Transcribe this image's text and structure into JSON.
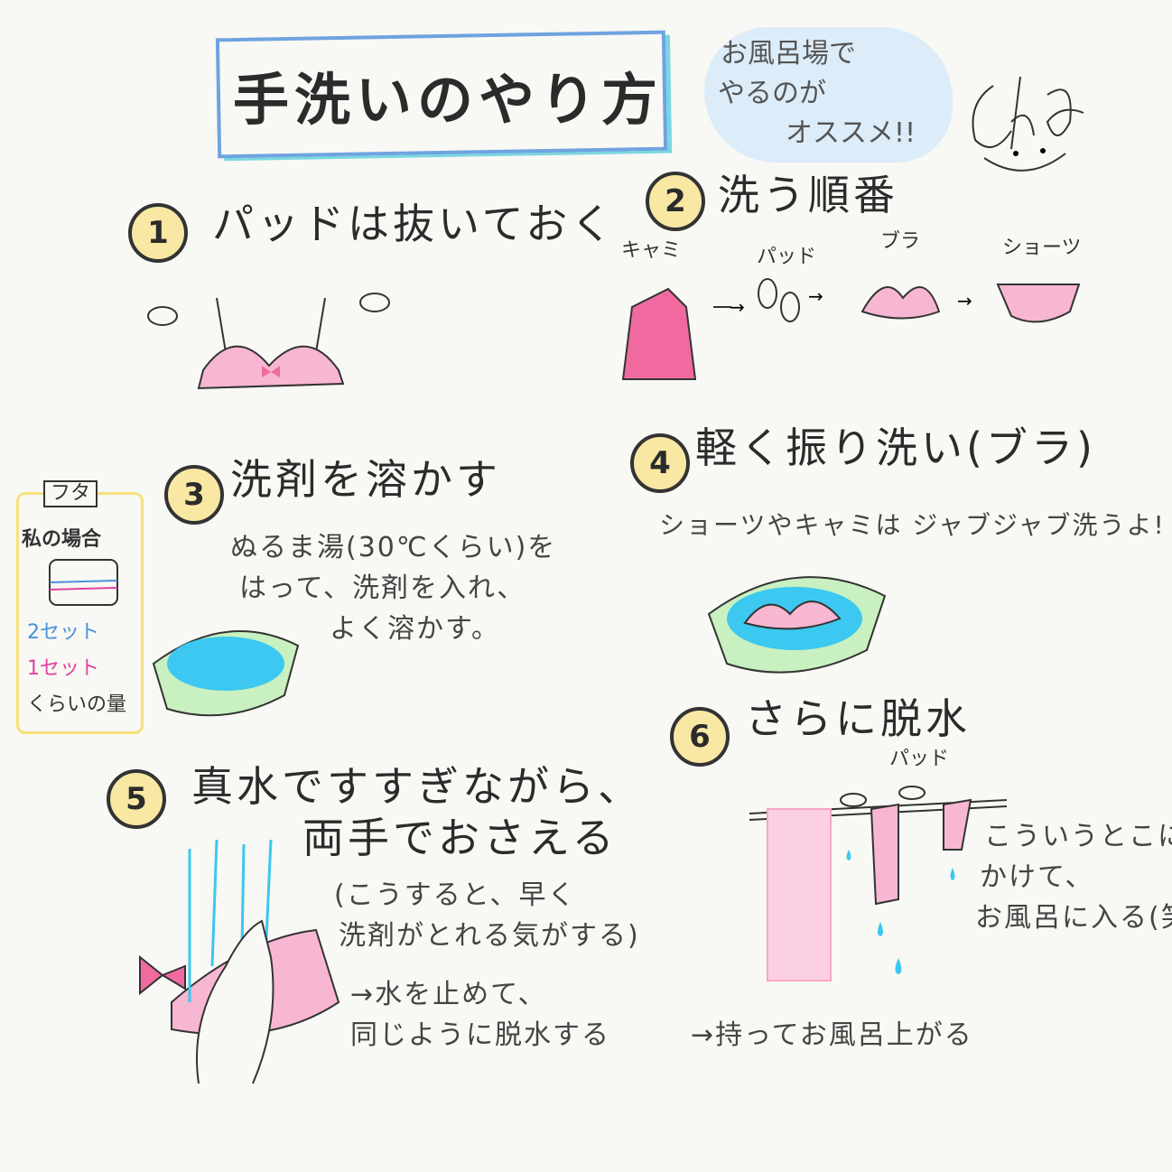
{
  "title": "手洗いのやり方",
  "note_cloud": [
    "お風呂場で",
    "やるのが",
    "オススメ!!"
  ],
  "signature": "Chi-Cho",
  "steps": [
    {
      "num": "1",
      "heading": "パッドは抜いておく"
    },
    {
      "num": "2",
      "heading": "洗う順番",
      "order": [
        "キャミ",
        "パッド",
        "ブラ",
        "ショーツ"
      ],
      "arrow": "→"
    },
    {
      "num": "3",
      "heading": "洗剤を溶かす",
      "text": [
        "ぬるま湯(30℃くらい)を",
        "はって、洗剤を入れ、",
        "よく溶かす。"
      ]
    },
    {
      "num": "4",
      "heading": "軽く振り洗い(ブラ)",
      "text": [
        "ショーツやキャミは ジャブジャブ洗うよ!"
      ]
    },
    {
      "num": "5",
      "heading": [
        "真水ですすぎながら、",
        "両手でおさえる"
      ],
      "text": [
        "(こうすると、早く",
        "洗剤がとれる気がする)",
        "→水を止めて、",
        "同じように脱水する"
      ]
    },
    {
      "num": "6",
      "heading": "さらに脱水",
      "pad_label": "パッド",
      "text": [
        "こういうとこに",
        "かけて、",
        "お風呂に入る(笑)"
      ],
      "footer": "→持ってお風呂上がる"
    }
  ],
  "sidebox": {
    "lid": "フタ",
    "title": "私の場合",
    "set2": "2セット",
    "set1": "1セット",
    "amount": "くらいの量",
    "colors": {
      "set2": "#4a90d9",
      "set1": "#e040a0"
    }
  },
  "colors": {
    "pink": "#f7b6d2",
    "hotpink": "#f06aa0",
    "water": "#3cc8f0",
    "basin": "#c8f0c0",
    "badge": "#f8e8a4"
  }
}
